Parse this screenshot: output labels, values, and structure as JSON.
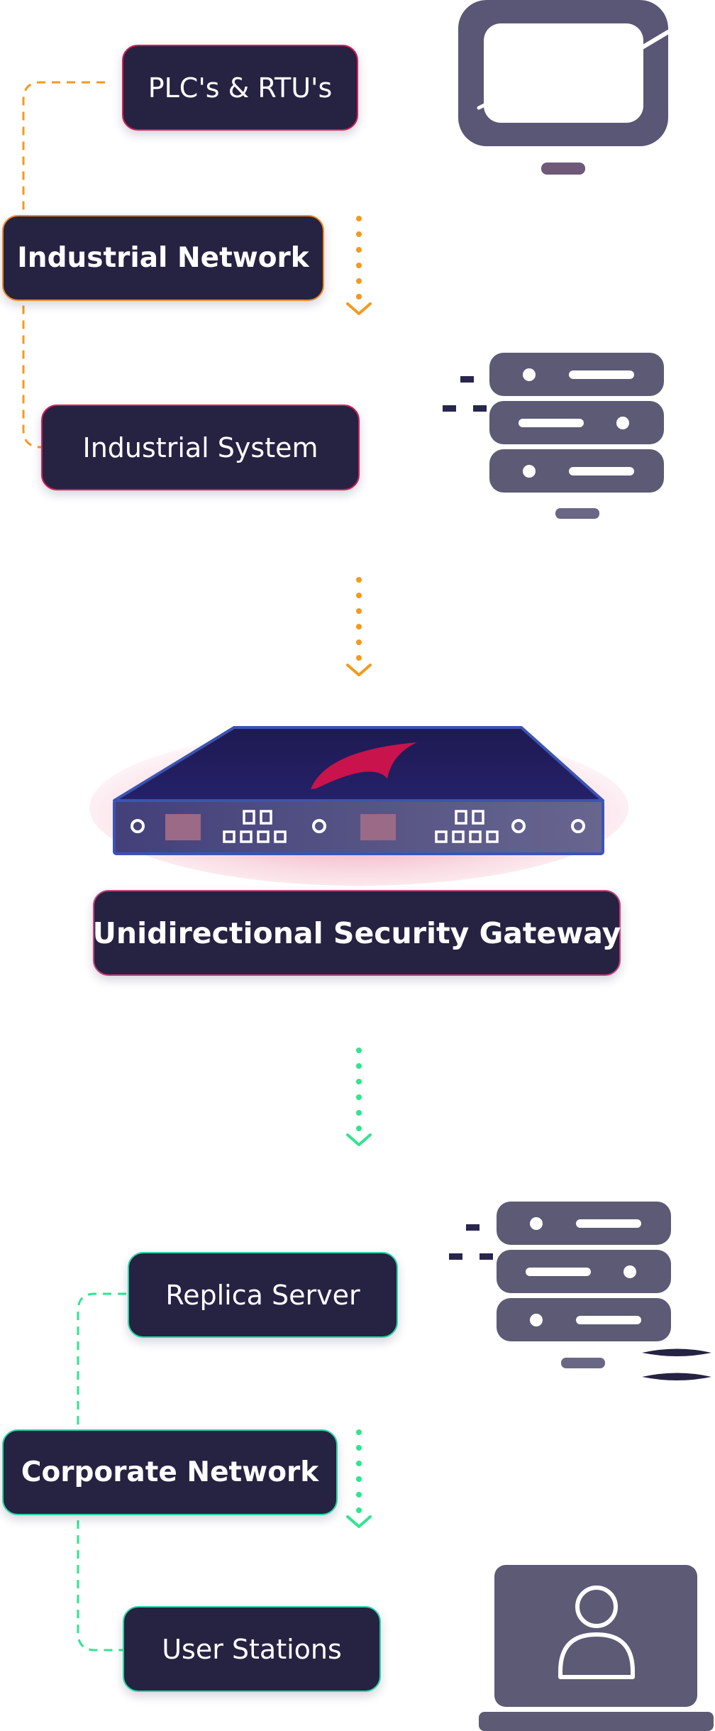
{
  "diagram": {
    "industrial": {
      "plcs_rtus": "PLC's & RTU's",
      "network": "Industrial Network",
      "system": "Industrial System"
    },
    "gateway": {
      "label": "Unidirectional Security Gateway"
    },
    "corporate": {
      "replica_server": "Replica Server",
      "network": "Corporate Network",
      "user_stations": "User Stations"
    },
    "colors": {
      "pill_bg": "#262242",
      "industrial_accent": "#f39a1e",
      "corporate_accent": "#2fe58f",
      "gateway_accent": "#c8134c",
      "icon_grey": "#5d5a75"
    },
    "icons": [
      "monitor-icon",
      "server-stack-icon",
      "gateway-appliance-icon",
      "server-stack-icon",
      "laptop-user-icon"
    ]
  }
}
